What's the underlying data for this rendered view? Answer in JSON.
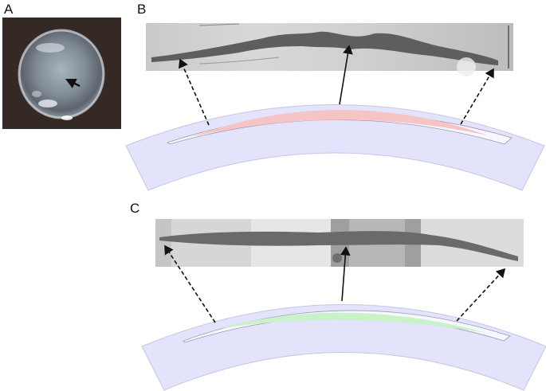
{
  "panels": {
    "a": {
      "letter": "A"
    },
    "b": {
      "letter": "B"
    },
    "c": {
      "letter": "C"
    }
  },
  "colors": {
    "background": "#ffffff",
    "cornea_band": "#e3e3fb",
    "cornea_edge": "#c6c6e6",
    "incision_b": "#f5c4c4",
    "incision_c": "#c9f2c9",
    "dashed_arrow": "#111111",
    "solid_arrow": "#111111"
  }
}
